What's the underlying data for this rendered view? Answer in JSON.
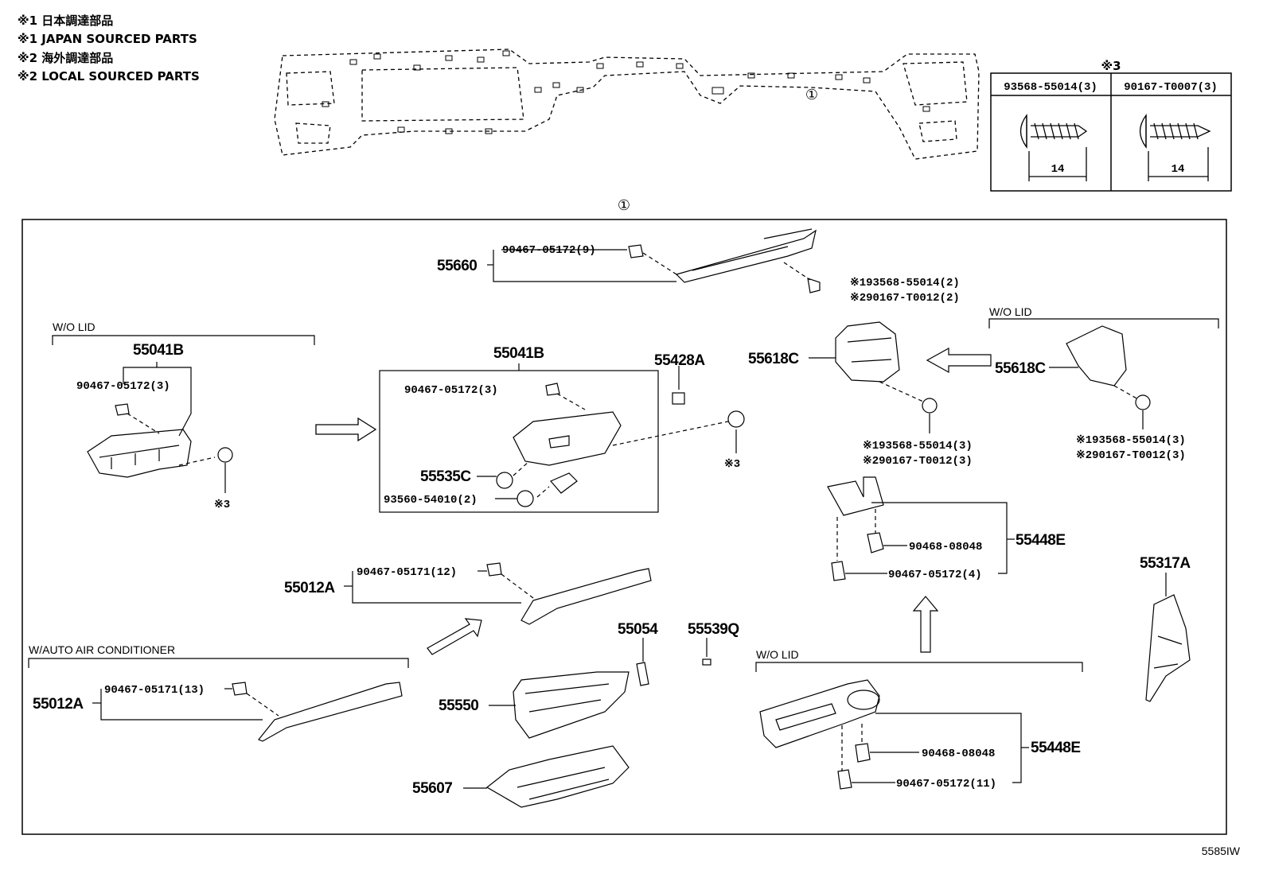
{
  "notes": {
    "line1": "※1 日本調達部品",
    "line2": "※1 JAPAN SOURCED PARTS",
    "line3": "※2 海外調達部品",
    "line4": "※2 LOCAL SOURCED PARTS"
  },
  "ref_marker": "①",
  "screw_box": {
    "mark": "※3",
    "left_pn": "93568-55014(3)",
    "right_pn": "90167-T0007(3)",
    "left_len": "14",
    "right_len": "14"
  },
  "section_labels": {
    "wo_lid_left": "W/O LID",
    "wo_lid_right_top": "W/O LID",
    "wo_lid_bottom": "W/O LID",
    "auto_ac": "W/AUTO AIR CONDITIONER"
  },
  "parts": {
    "p55660": "55660",
    "p55660_clip": "90467-05172(9)",
    "p55660_s1": "※193568-55014(2)",
    "p55660_s2": "※290167-T0012(2)",
    "p55041b_left": "55041B",
    "p55041b_left_clip": "90467-05172(3)",
    "mark3_left": "※3",
    "p55041b_mid": "55041B",
    "p55041b_mid_clip": "90467-05172(3)",
    "p55535c": "55535C",
    "p93560": "93560-54010(2)",
    "p55428a": "55428A",
    "mark3_mid": "※3",
    "p55618c_mid": "55618C",
    "p55618c_mid_s1": "※193568-55014(3)",
    "p55618c_mid_s2": "※290167-T0012(3)",
    "p55618c_right": "55618C",
    "p55618c_right_s1": "※193568-55014(3)",
    "p55618c_right_s2": "※290167-T0012(3)",
    "p55012a_mid": "55012A",
    "p55012a_mid_clip": "90467-05171(12)",
    "p55012a_left": "55012A",
    "p55012a_left_clip": "90467-05171(13)",
    "p55448e_top": "55448E",
    "p55448e_top_c1": "90468-08048",
    "p55448e_top_c2": "90467-05172(4)",
    "p55448e_bot": "55448E",
    "p55448e_bot_c1": "90468-08048",
    "p55448e_bot_c2": "90467-05172(11)",
    "p55317a": "55317A",
    "p55054": "55054",
    "p55539q": "55539Q",
    "p55550": "55550",
    "p55607": "55607"
  },
  "figure_id": "5585IW"
}
